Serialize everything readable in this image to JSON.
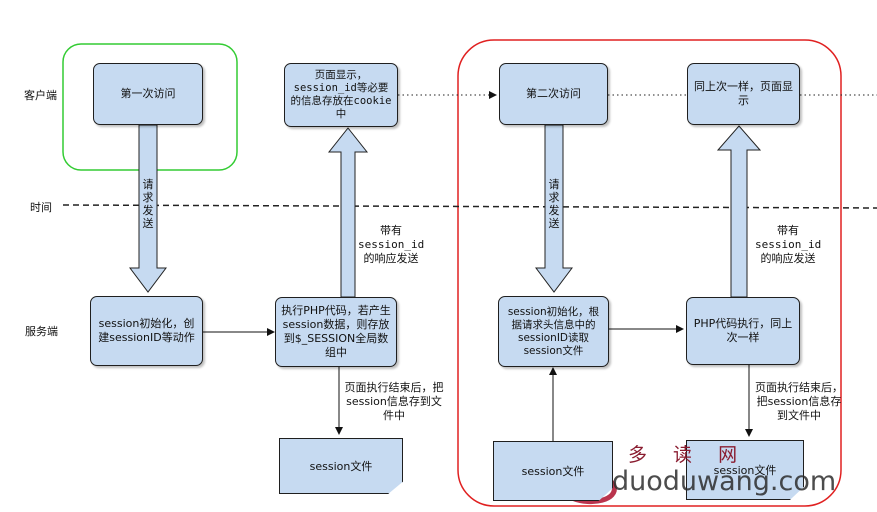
{
  "rows": {
    "client": "客户端",
    "time": "时间",
    "server": "服务端"
  },
  "nodes": {
    "first_visit": "第一次访问",
    "page_display": "页面显示，session_id等必要的信息存放在cookie中",
    "second_visit": "第二次访问",
    "same_display": "同上次一样，页面显示",
    "session_init": "session初始化，创建sessionID等动作",
    "exec_php": "执行PHP代码，若产生session数据，则存放到$_SESSION全局数组中",
    "session_init2": "session初始化，根据请求头信息中的sessionID读取session文件",
    "exec_php2": "PHP代码执行，同上次一样"
  },
  "files": {
    "file1": "session文件",
    "file2": "session文件",
    "file3": "session文件"
  },
  "labels": {
    "request1": "请求发送",
    "request2": "请求发送",
    "response1": "带有session_id的响应发送",
    "response2": "带有session_id的响应发送",
    "end1": "页面执行结束后，把session信息存到文件中",
    "end2": "页面执行结束后，把session信息存到文件中"
  },
  "watermark": {
    "cn": "多 读 网",
    "url": "duoduwang.com"
  },
  "colors": {
    "node_fill": "#c6daf1",
    "green_box": "#33cc33",
    "red_box": "#e02020"
  }
}
